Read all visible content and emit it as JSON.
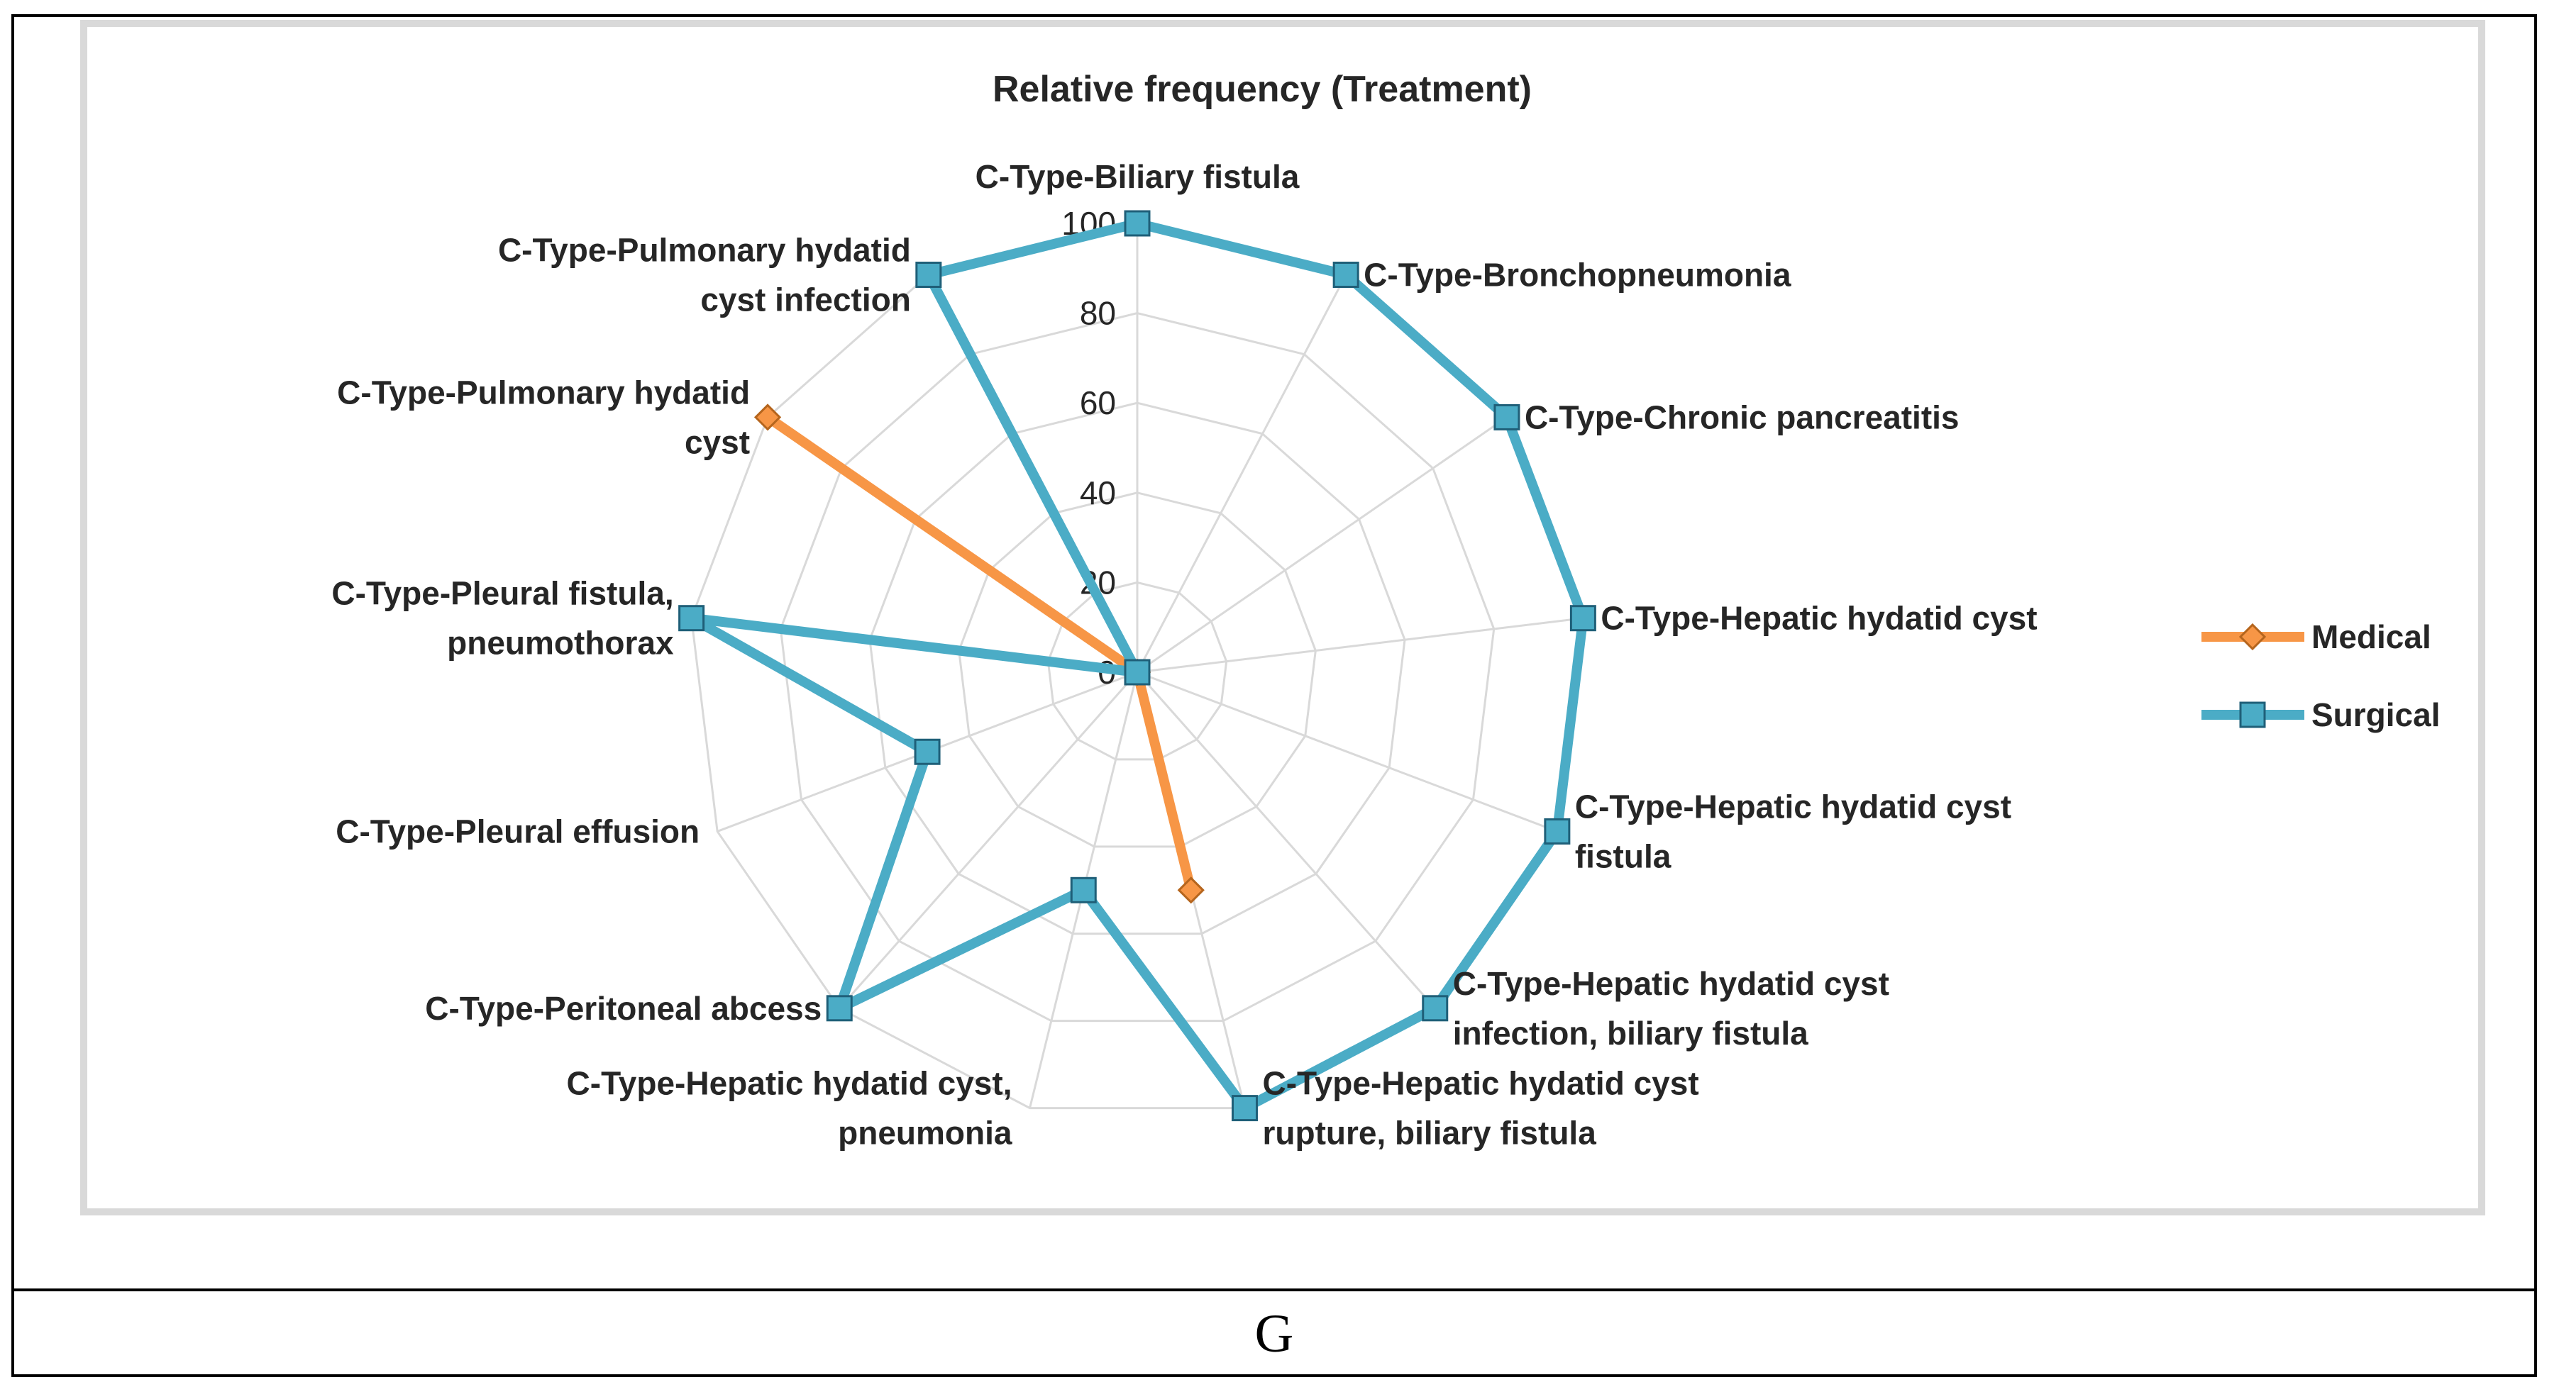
{
  "caption": "G",
  "chart_data": {
    "type": "radar",
    "title": "Relative frequency (Treatment)",
    "categories": [
      [
        "C-Type-Biliary fistula"
      ],
      [
        "C-Type-Bronchopneumonia"
      ],
      [
        "C-Type-Chronic pancreatitis"
      ],
      [
        "C-Type-Hepatic hydatid cyst"
      ],
      [
        "C-Type-Hepatic hydatid cyst",
        "fistula"
      ],
      [
        "C-Type-Hepatic hydatid cyst",
        "infection, biliary fistula"
      ],
      [
        "C-Type-Hepatic hydatid cyst",
        "rupture, biliary fistula"
      ],
      [
        "C-Type-Hepatic hydatid cyst,",
        "pneumonia"
      ],
      [
        "C-Type-Peritoneal abcess"
      ],
      [
        "C-Type-Pleural effusion"
      ],
      [
        "C-Type-Pleural fistula,",
        "pneumothorax"
      ],
      [
        "C-Type-Pulmonary hydatid",
        "cyst"
      ],
      [
        "C-Type-Pulmonary hydatid",
        "cyst infection"
      ]
    ],
    "rlim": [
      0,
      100
    ],
    "r_ticks": [
      0,
      20,
      40,
      60,
      80,
      100
    ],
    "grid": true,
    "legend_position": "right",
    "series": [
      {
        "name": "Medical",
        "color": "#f79646",
        "marker": "diamond",
        "values": [
          0,
          0,
          0,
          0,
          0,
          0,
          50,
          0,
          0,
          0,
          0,
          100,
          0
        ]
      },
      {
        "name": "Surgical",
        "color": "#4bacc6",
        "marker": "square",
        "values": [
          100,
          100,
          100,
          100,
          100,
          100,
          100,
          50,
          100,
          50,
          100,
          0,
          100
        ]
      }
    ]
  }
}
